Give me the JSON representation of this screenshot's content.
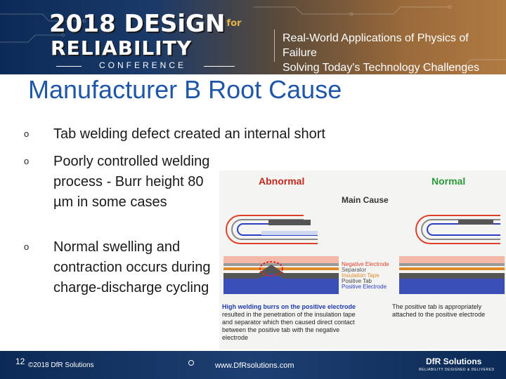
{
  "banner": {
    "year_word": "2018 DESiGN",
    "for_word": "for",
    "reliability_word": "RELIABILITY",
    "conference_word": "CONFERENCE",
    "tagline_line1": "Real-World Applications of Physics of Failure",
    "tagline_line2": "Solving Today's Technology Challenges"
  },
  "slide": {
    "title": "Manufacturer B Root Cause",
    "bullets": [
      {
        "marker": "o",
        "text": "Tab welding defect created an internal short"
      },
      {
        "marker": "o",
        "text": "Poorly controlled welding process - Burr height 80 µm in some cases"
      },
      {
        "marker": "o",
        "text": "Normal swelling and contraction occurs during charge-discharge cycling"
      }
    ]
  },
  "figure": {
    "label_abnormal": "Abnormal",
    "label_normal": "Normal",
    "label_main_cause": "Main Cause",
    "legend": [
      {
        "text": "Negative Electrode",
        "color": "#e0402a"
      },
      {
        "text": "Separator",
        "color": "#555555"
      },
      {
        "text": "Insulation Tape",
        "color": "#e08a2a"
      },
      {
        "text": "Positive Tab",
        "color": "#444444"
      },
      {
        "text": "Positive Electrode",
        "color": "#2a40c0"
      }
    ],
    "caption_left_highlight": "High welding burrs on the positive electrode",
    "caption_left_rest": " resulted in the penetration of the insulation tape and separator which then caused direct contact between the positive tab with the negative electrode",
    "caption_right": "The positive tab is appropriately attached to the positive electrode"
  },
  "footer": {
    "slide_number": "12",
    "copyright": "©2018 DfR Solutions",
    "url": "www.DfRsolutions.com",
    "brand": "DfR Solutions",
    "brand_sub": "RELIABILITY DESIGNED & DELIVERED"
  },
  "colors": {
    "title": "#1f56a8",
    "abnormal": "#c0281e",
    "normal": "#2a9a3a",
    "footer_bg": "#0c2a55"
  }
}
